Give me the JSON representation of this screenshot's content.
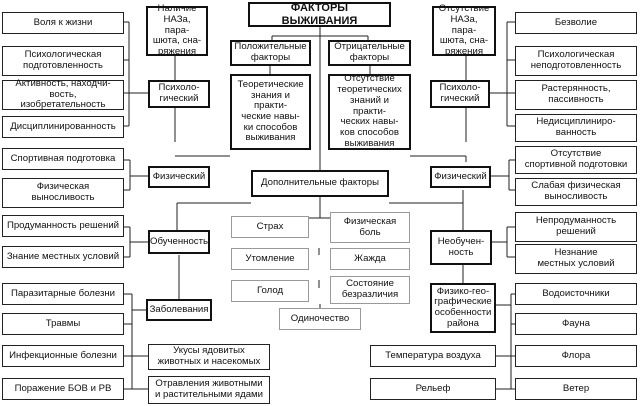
{
  "title": "ФАКТОРЫ ВЫЖИВАНИЯ",
  "top": {
    "presence": "Наличие\nНАЗа, пара-\nшюта, сна-\nряжения",
    "absence": "Отсутствие\nНАЗа, пара-\nшюта, сна-\nряжения",
    "positive": "Положительные\nфакторы",
    "negative": "Отрицательные\nфакторы",
    "knowledge": "Теоретические\nзнания и практи-\nческие навы-\nки способов\nвыживания",
    "no_knowledge": "Отсутствие\nтеоретических\nзнаний и практи-\nческих навы-\nков способов\nвыживания",
    "additional": "Дополнительные факторы"
  },
  "left": {
    "psych": "Психоло-\nгический",
    "psych_items": [
      "Воля к жизни",
      "Психологическая\nподготовленность",
      "Активность, находчи-\nвость, изобретательность",
      "Дисциплинированность"
    ],
    "phys": "Физический",
    "phys_items": [
      "Спортивная подготовка",
      "Физическая\nвыносливость"
    ],
    "training": "Обученность",
    "training_items": [
      "Продуманность решений",
      "Знание местных условий"
    ],
    "diseases": "Заболевания",
    "disease_items": [
      "Паразитарные болезни",
      "Травмы",
      "Инфекционные болезни",
      "Поражение БОВ и РВ"
    ],
    "bites": "Укусы ядовитых\nживотных и насекомых",
    "poisoning": "Отравления животными\nи растительными ядами"
  },
  "center": {
    "fear": "Страх",
    "pain": "Физическая\nболь",
    "fatigue": "Утомление",
    "thirst": "Жажда",
    "hunger": "Голод",
    "indifference": "Состояние\nбезразличия",
    "loneliness": "Одиночество"
  },
  "right": {
    "psych": "Психоло-\nгический",
    "psych_items": [
      "Безволие",
      "Психологическая\nнеподготовленность",
      "Растерянность,\nпассивность",
      "Недисциплиниро-\nванность"
    ],
    "phys": "Физический",
    "phys_items": [
      "Отсутствие\nспортивной подготовки",
      "Слабая физическая\nвыносливость"
    ],
    "untrained": "Необучен-\nность",
    "untrained_items": [
      "Непродуманность\nрешений",
      "Незнание\nместных условий"
    ],
    "geo": "Физико-гео-\nграфические\nособенности\nрайона",
    "geo_items": [
      "Водоисточники",
      "Фауна",
      "Флора",
      "Ветер"
    ],
    "temperature": "Температура воздуха",
    "relief": "Рельеф"
  }
}
